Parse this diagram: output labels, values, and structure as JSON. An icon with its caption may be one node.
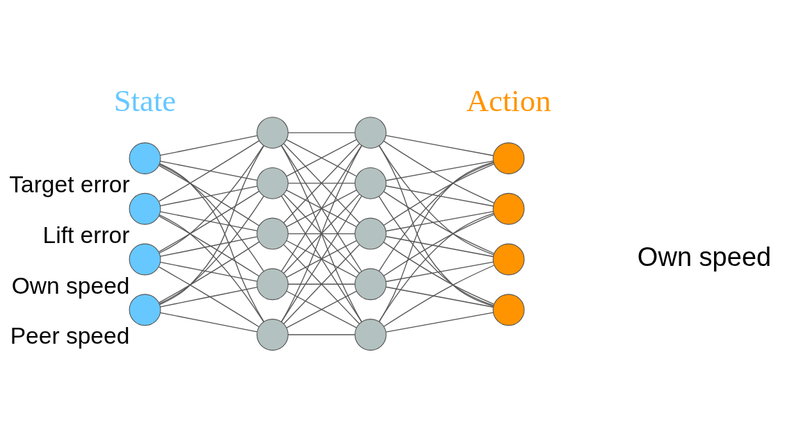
{
  "diagram": {
    "nodes": [
      {
        "text": [],
        "shape": "circle",
        "beside": [
          "Target error"
        ]
      },
      {
        "text": [],
        "shape": "circle",
        "beside": [
          "Lift error"
        ]
      },
      {
        "text": [],
        "shape": "circle",
        "beside": [
          "Own speed"
        ]
      },
      {
        "text": [],
        "shape": "circle",
        "beside": [
          "Peer speed"
        ]
      },
      {
        "text": [],
        "shape": "circle"
      },
      {
        "text": [],
        "shape": "circle"
      },
      {
        "text": [],
        "shape": "circle"
      },
      {
        "text": [],
        "shape": "circle"
      },
      {
        "text": [],
        "shape": "circle"
      },
      {
        "text": [],
        "shape": "circle"
      },
      {
        "text": [],
        "shape": "circle"
      },
      {
        "text": [],
        "shape": "circle"
      },
      {
        "text": [],
        "shape": "circle"
      },
      {
        "text": [],
        "shape": "circle"
      },
      {
        "text": [],
        "shape": "circle"
      },
      {
        "text": [],
        "shape": "circle"
      },
      {
        "text": [],
        "shape": "circle"
      },
      {
        "text": [],
        "shape": "circle"
      }
    ],
    "edges": [
      {
        "from": 0,
        "to": 4,
        "arrow": "none"
      },
      {
        "from": 0,
        "to": 5,
        "arrow": "none"
      },
      {
        "from": 0,
        "to": 6,
        "arrow": "none"
      },
      {
        "from": 0,
        "to": 7,
        "arrow": "none"
      },
      {
        "from": 0,
        "to": 8,
        "arrow": "none"
      },
      {
        "from": 1,
        "to": 4,
        "arrow": "none"
      },
      {
        "from": 1,
        "to": 5,
        "arrow": "none"
      },
      {
        "from": 1,
        "to": 6,
        "arrow": "none"
      },
      {
        "from": 1,
        "to": 7,
        "arrow": "none"
      },
      {
        "from": 1,
        "to": 8,
        "arrow": "none"
      },
      {
        "from": 2,
        "to": 4,
        "arrow": "none"
      },
      {
        "from": 2,
        "to": 5,
        "arrow": "none"
      },
      {
        "from": 2,
        "to": 6,
        "arrow": "none"
      },
      {
        "from": 2,
        "to": 7,
        "arrow": "none"
      },
      {
        "from": 2,
        "to": 8,
        "arrow": "none"
      },
      {
        "from": 3,
        "to": 4,
        "arrow": "none"
      },
      {
        "from": 3,
        "to": 5,
        "arrow": "none"
      },
      {
        "from": 3,
        "to": 6,
        "arrow": "none"
      },
      {
        "from": 3,
        "to": 7,
        "arrow": "none"
      },
      {
        "from": 3,
        "to": 8,
        "arrow": "none"
      },
      {
        "from": 4,
        "to": 9,
        "arrow": "none"
      },
      {
        "from": 4,
        "to": 10,
        "arrow": "none"
      },
      {
        "from": 4,
        "to": 11,
        "arrow": "none"
      },
      {
        "from": 4,
        "to": 12,
        "arrow": "none"
      },
      {
        "from": 4,
        "to": 13,
        "arrow": "none"
      },
      {
        "from": 5,
        "to": 9,
        "arrow": "none"
      },
      {
        "from": 5,
        "to": 10,
        "arrow": "none"
      },
      {
        "from": 5,
        "to": 11,
        "arrow": "none"
      },
      {
        "from": 5,
        "to": 12,
        "arrow": "none"
      },
      {
        "from": 5,
        "to": 13,
        "arrow": "none"
      },
      {
        "from": 6,
        "to": 9,
        "arrow": "none"
      },
      {
        "from": 6,
        "to": 10,
        "arrow": "none"
      },
      {
        "from": 6,
        "to": 11,
        "arrow": "none"
      },
      {
        "from": 6,
        "to": 12,
        "arrow": "none"
      },
      {
        "from": 6,
        "to": 13,
        "arrow": "none"
      },
      {
        "from": 7,
        "to": 9,
        "arrow": "none"
      },
      {
        "from": 7,
        "to": 10,
        "arrow": "none"
      },
      {
        "from": 7,
        "to": 11,
        "arrow": "none"
      },
      {
        "from": 7,
        "to": 12,
        "arrow": "none"
      },
      {
        "from": 7,
        "to": 13,
        "arrow": "none"
      },
      {
        "from": 8,
        "to": 9,
        "arrow": "none"
      },
      {
        "from": 8,
        "to": 10,
        "arrow": "none"
      },
      {
        "from": 8,
        "to": 11,
        "arrow": "none"
      },
      {
        "from": 8,
        "to": 12,
        "arrow": "none"
      },
      {
        "from": 8,
        "to": 13,
        "arrow": "none"
      },
      {
        "from": 9,
        "to": 14,
        "arrow": "none"
      },
      {
        "from": 9,
        "to": 15,
        "arrow": "none"
      },
      {
        "from": 9,
        "to": 16,
        "arrow": "none"
      },
      {
        "from": 9,
        "to": 17,
        "arrow": "none"
      },
      {
        "from": 10,
        "to": 14,
        "arrow": "none"
      },
      {
        "from": 10,
        "to": 15,
        "arrow": "none"
      },
      {
        "from": 10,
        "to": 16,
        "arrow": "none"
      },
      {
        "from": 10,
        "to": 17,
        "arrow": "none"
      },
      {
        "from": 11,
        "to": 14,
        "arrow": "none"
      },
      {
        "from": 11,
        "to": 15,
        "arrow": "none"
      },
      {
        "from": 11,
        "to": 16,
        "arrow": "none"
      },
      {
        "from": 11,
        "to": 17,
        "arrow": "none"
      },
      {
        "from": 12,
        "to": 14,
        "arrow": "none"
      },
      {
        "from": 12,
        "to": 15,
        "arrow": "none"
      },
      {
        "from": 12,
        "to": 16,
        "arrow": "none"
      },
      {
        "from": 12,
        "to": 17,
        "arrow": "none"
      },
      {
        "from": 13,
        "to": 14,
        "arrow": "none"
      },
      {
        "from": 13,
        "to": 15,
        "arrow": "none"
      },
      {
        "from": 13,
        "to": 16,
        "arrow": "none"
      },
      {
        "from": 13,
        "to": 17,
        "arrow": "none"
      }
    ],
    "labels": [
      "State",
      "Action",
      "Own speed"
    ]
  }
}
